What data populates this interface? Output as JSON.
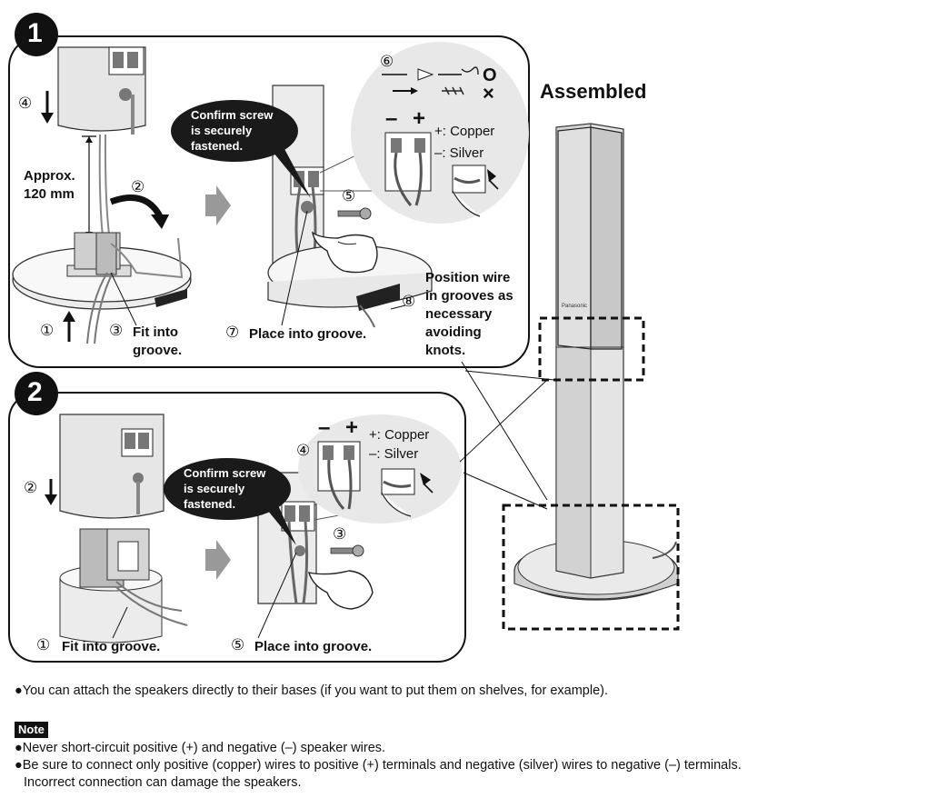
{
  "step1": {
    "number": "1",
    "lower_arrow_num": "④",
    "approx": "Approx.",
    "approx_dist": "120 mm",
    "swing_num": "②",
    "bubble": [
      "Confirm screw",
      "is securely",
      "fastened."
    ],
    "screw_num": "⑤",
    "strip_num": "⑥",
    "minus": "–",
    "plus": "+",
    "plus_copper": "+: Copper",
    "minus_silver": "–: Silver",
    "ok_mark": "O",
    "ng_mark": "×",
    "raise_num": "①",
    "fit_num": "③",
    "fit_label": [
      "Fit into",
      "groove."
    ],
    "place_num": "⑦",
    "place_label": "Place into groove.",
    "route_num": "⑧",
    "route_label": [
      "Position wire",
      "in grooves as",
      "necessary",
      "avoiding",
      "knots."
    ]
  },
  "step2": {
    "number": "2",
    "lower_arrow_num": "②",
    "bubble": [
      "Confirm screw",
      "is securely",
      "fastened."
    ],
    "terminal_num": "④",
    "minus": "–",
    "plus": "+",
    "plus_copper": "+: Copper",
    "minus_silver": "–: Silver",
    "screw_num": "③",
    "fit_num": "①",
    "fit_label": "Fit into groove.",
    "place_num": "⑤",
    "place_label": "Place into groove."
  },
  "assembled": {
    "title": "Assembled",
    "brand": "Panasonic"
  },
  "footer": {
    "bullet1": "●You can attach the speakers directly to their bases (if you want to put them on shelves, for example).",
    "note_label": "Note",
    "note1": "●Never short-circuit positive (+) and negative (–) speaker wires.",
    "note2": "●Be sure to connect only positive (copper) wires to positive (+) terminals and negative (silver) wires to negative (–) terminals.",
    "note2_cont": "Incorrect connection can damage the speakers."
  }
}
